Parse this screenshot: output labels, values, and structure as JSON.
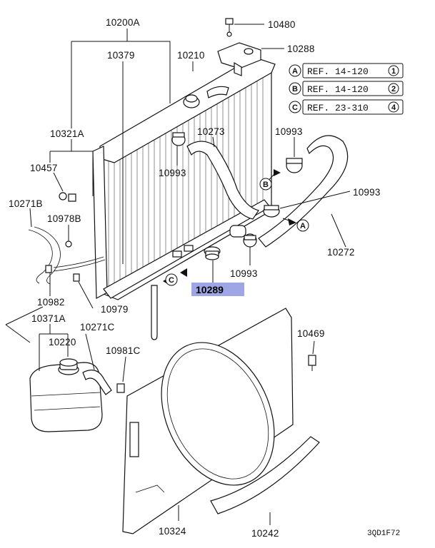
{
  "diagram": {
    "part_labels": {
      "p10200A": "10200A",
      "p10480": "10480",
      "p10379": "10379",
      "p10210": "10210",
      "p10288": "10288",
      "p10321A": "10321A",
      "p10273": "10273",
      "p10993a": "10993",
      "p10993b": "10993",
      "p10993c": "10993",
      "p10993d": "10993",
      "p10457": "10457",
      "p10271B": "10271B",
      "p10978B": "10978B",
      "p10272": "10272",
      "p10289": "10289",
      "p10982": "10982",
      "p10979": "10979",
      "p10371A": "10371A",
      "p10220": "10220",
      "p10271C": "10271C",
      "p10469": "10469",
      "p10981C": "10981C",
      "p10324": "10324",
      "p10242": "10242"
    },
    "references": [
      {
        "letter": "A",
        "text": "REF. 14-120",
        "page": "1"
      },
      {
        "letter": "B",
        "text": "REF. 14-120",
        "page": "2"
      },
      {
        "letter": "C",
        "text": "REF. 23-310",
        "page": "4"
      }
    ],
    "connector_letters": {
      "a": "A",
      "b": "B",
      "c": "C"
    },
    "highlight_color": "#9fa6e6",
    "diagram_code": "3QD1F72"
  }
}
